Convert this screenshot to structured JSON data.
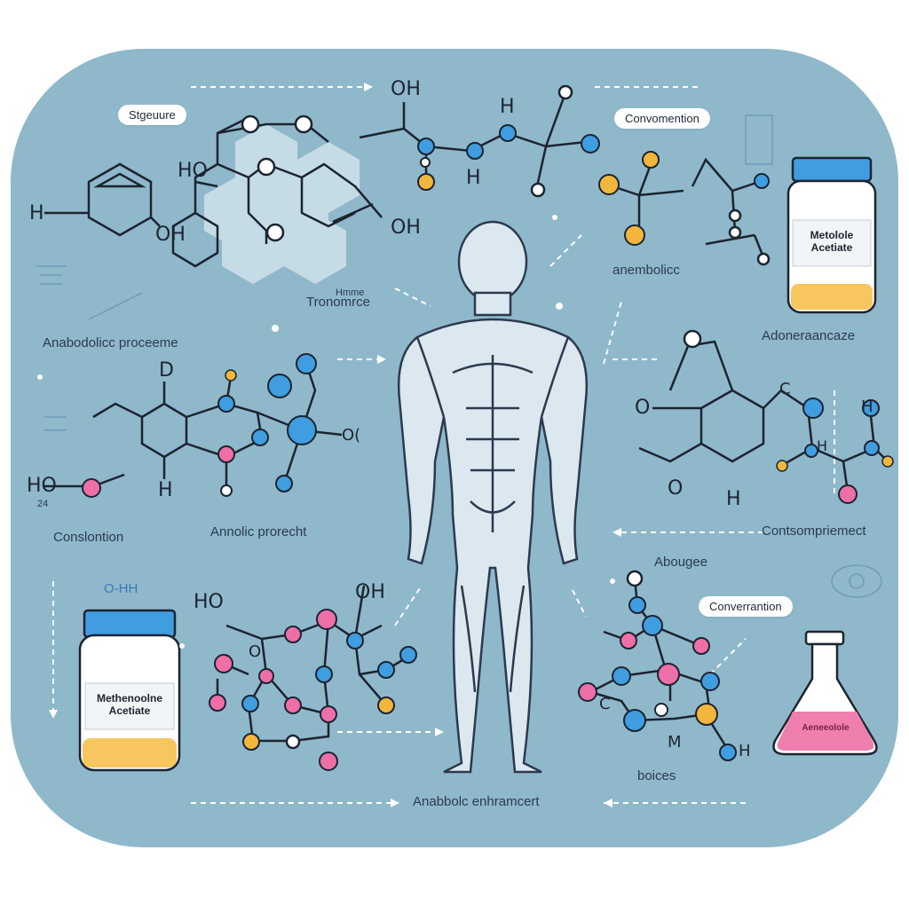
{
  "labels": {
    "structure": "Stgeuure",
    "conversion_top": "Convomention",
    "anabolic_right": "anembolicc",
    "transformation": "Tronomrce",
    "transformation_small": "Hmme",
    "anabolic_process": "Anabodolicc proceeme",
    "adrenergic": "Adoneraancaze",
    "conclusion": "Conslontion",
    "anabolic_product": "Annolic prorecht",
    "contemporary": "Contsompriemect",
    "abouge": "Abougee",
    "conversation": "Converrantion",
    "balance": "boices",
    "enhancement": "Anabbolc enhramcert",
    "small_formula": "O-HH",
    "small_num": "24"
  },
  "chem": {
    "oh_top": "OH",
    "h_top": "H",
    "h_mid": "H",
    "ho_1": "HO",
    "oh_1": "OH",
    "oh_2": "OH",
    "h_left": "H",
    "o_ring": "O",
    "d_top": "D",
    "h_ring": "H",
    "o_small": "O",
    "oi": "O(",
    "ho_2": "HO",
    "o_right": "O",
    "c_right": "C",
    "h_right": "H",
    "h_right2": "H",
    "h_right3": "H",
    "ho_3": "HO",
    "oh_3": "OH",
    "o_low": "O",
    "c_low": "C",
    "m_low": "M",
    "h_low": "H"
  },
  "jars": {
    "top_right": "Metolole\nAcetiate",
    "bottom_left": "Methenoolne\nAcetiate",
    "flask": "Aeneeolole"
  },
  "colors": {
    "background_panel": "#8fb8cb",
    "atom_blue": "#3f9de0",
    "atom_pink": "#ee6fa8",
    "atom_yellow": "#f2b63c",
    "line": "#1c2430",
    "body": "#dbe8f0"
  }
}
